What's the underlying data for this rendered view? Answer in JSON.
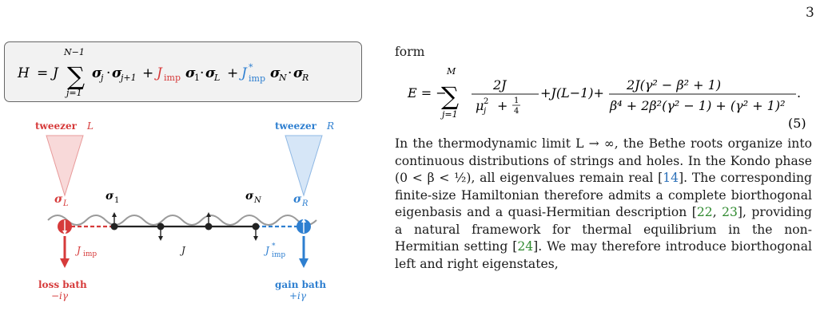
{
  "page_number": "3",
  "figure": {
    "hamiltonian": {
      "lhs": "H",
      "eq": "=",
      "J": "J",
      "sum_top": "N−1",
      "sum_bottom": "j=1",
      "bulk_term": "σ_j·σ_{j+1}",
      "plus": "+",
      "jimp": "J",
      "jimp_sub": "imp",
      "left_coupling": "σ_1·σ_L",
      "jimp_star": "J",
      "jimp_star_sup": "*",
      "right_coupling": "σ_N·σ_R"
    },
    "tweezer_left": {
      "word": "tweezer",
      "label": "L"
    },
    "tweezer_right": {
      "word": "tweezer",
      "label": "R"
    },
    "spin_labels": {
      "sigma": "σ",
      "L": "L",
      "one": "1",
      "N": "N",
      "R": "R"
    },
    "couplings": {
      "jimp": "J",
      "jimp_sub": "imp",
      "j": "J",
      "jimp_star": "J",
      "jimp_star_sup": "*",
      "jimp_star_sub": "imp"
    },
    "loss_bath": {
      "label": "loss bath",
      "rate": "−iγ"
    },
    "gain_bath": {
      "label": "gain bath",
      "rate": "+iγ"
    },
    "colors": {
      "red": "#d63a3a",
      "blue": "#2e7fd0",
      "dark": "#222222",
      "wave": "#9a9a9a"
    }
  },
  "text": {
    "intro": "form",
    "eq5": {
      "lhs": "E = −",
      "sum_top": "M",
      "sum_bottom": "j=1",
      "f1_num": "2J",
      "f1_den": "μ",
      "f1_den_sub": "j",
      "f1_den_sup": "2",
      "f1_den_rest": "+",
      "quarter_num": "1",
      "quarter_den": "4",
      "middle": "+J(L−1)+",
      "f2_num": "2J(γ² − β² + 1)",
      "f2_den": "β⁴ + 2β²(γ² − 1) + (γ² + 1)²",
      "period": ".",
      "number": "(5)"
    },
    "para_part1": "In the thermodynamic limit L → ∞, the Bethe roots organize into continuous distributions of strings and holes. In the Kondo phase (0 < β < ½), all eigenvalues remain real [",
    "ref1": "14",
    "para_part2": "]. The corresponding finite-size Hamiltonian therefore admits a complete biorthogonal eigenbasis and a quasi-Hermitian description [",
    "ref2": "22",
    "ref_sep": ", ",
    "ref3": "23",
    "para_part3": "], providing a natural framework for thermal equilibrium in the non-Hermitian setting [",
    "ref4": "24",
    "para_part4": "]. We may therefore introduce biorthogonal left and right eigenstates,"
  }
}
